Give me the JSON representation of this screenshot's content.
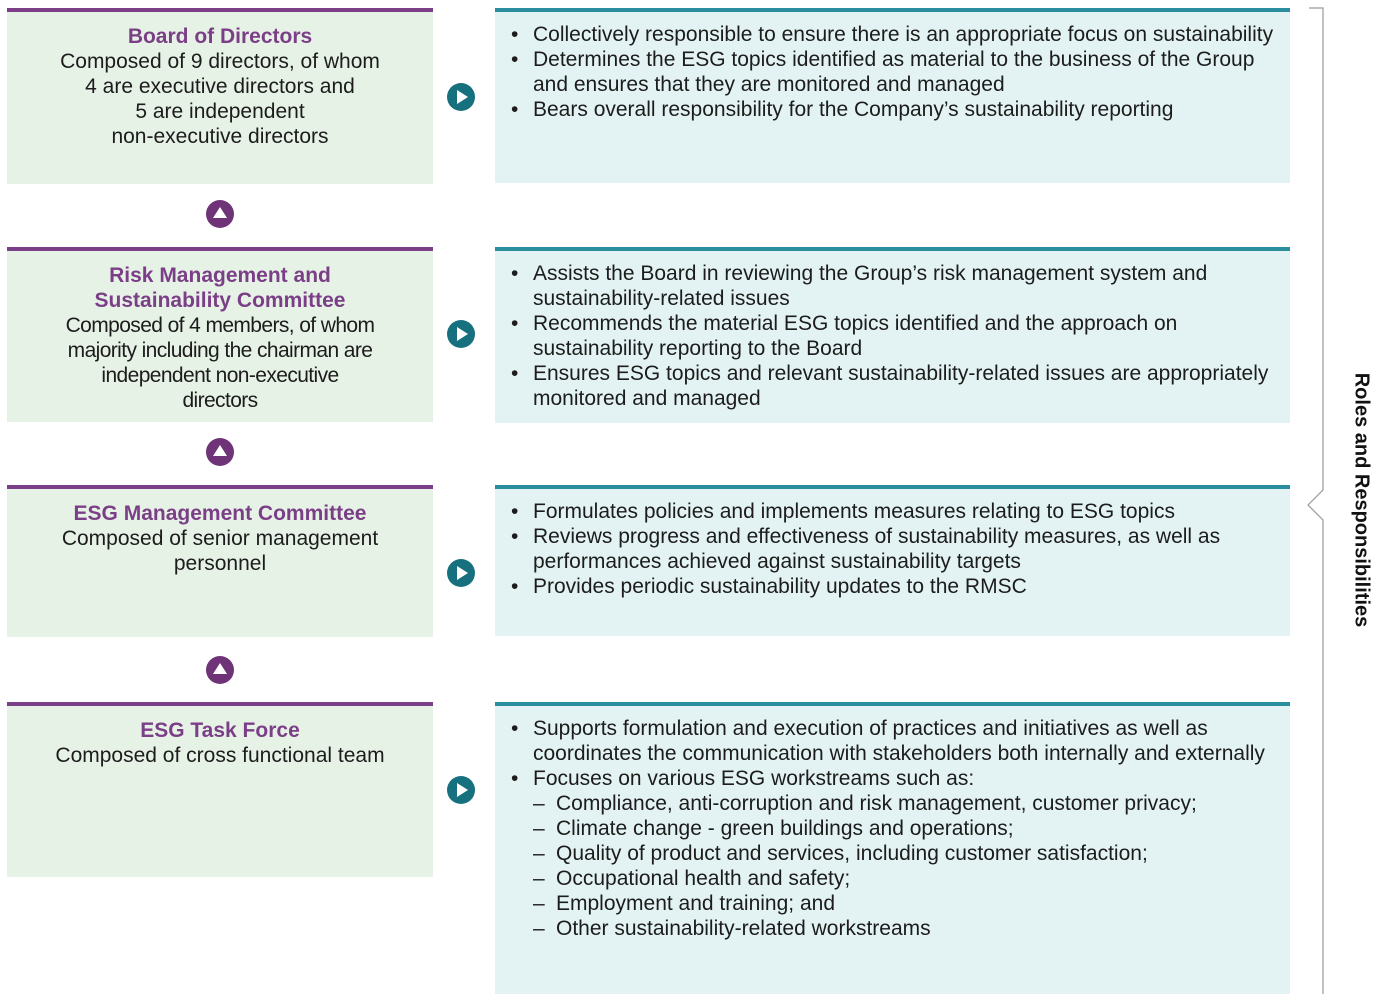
{
  "tiers": [
    {
      "title": "Board of Directors",
      "description": "Composed of 9 directors, of whom\n4 are executive directors and\n5 are independent\nnon-executive directors",
      "responsibilities": [
        "Collectively responsible to ensure there is an appropriate focus on sustainability",
        "Determines the ESG topics identified as material to the business of the Group and ensures that they are monitored and managed",
        "Bears overall responsibility for the Company’s sustainability reporting"
      ]
    },
    {
      "title": "Risk Management and\nSustainability Committee",
      "description": "Composed of 4 members, of whom\nmajority including the chairman are\nindependent non-executive\ndirectors",
      "responsibilities": [
        "Assists the Board in reviewing the Group’s risk management system and sustainability-related issues",
        "Recommends the material ESG topics identified and the approach on sustainability reporting to the Board",
        "Ensures ESG topics and relevant sustainability-related issues are appropriately monitored and managed"
      ]
    },
    {
      "title": "ESG Management Committee",
      "description": "Composed of senior management\npersonnel",
      "responsibilities": [
        "Formulates policies and implements measures relating to ESG topics",
        "Reviews progress and effectiveness of sustainability measures, as well as performances achieved against sustainability targets",
        "Provides periodic sustainability updates to the RMSC"
      ]
    },
    {
      "title": "ESG Task Force",
      "description": "Composed of cross functional team",
      "responsibilities": [
        "Supports formulation and execution of practices and initiatives as well as coordinates the communication with stakeholders both internally and externally",
        "Focuses on various ESG workstreams such as:"
      ],
      "workstreams": [
        "Compliance, anti-corruption and risk management, customer privacy;",
        "Climate change - green buildings and operations;",
        "Quality of product and services, including customer satisfaction;",
        "Occupational health and safety;",
        "Employment and training; and",
        "Other sustainability-related workstreams"
      ]
    }
  ],
  "side_label": "Roles and Responsibilities",
  "colors": {
    "purple": "#7b3f87",
    "teal": "#2a8e9e",
    "green_bg": "#e7f2e7",
    "teal_bg": "#e3f3f3"
  }
}
